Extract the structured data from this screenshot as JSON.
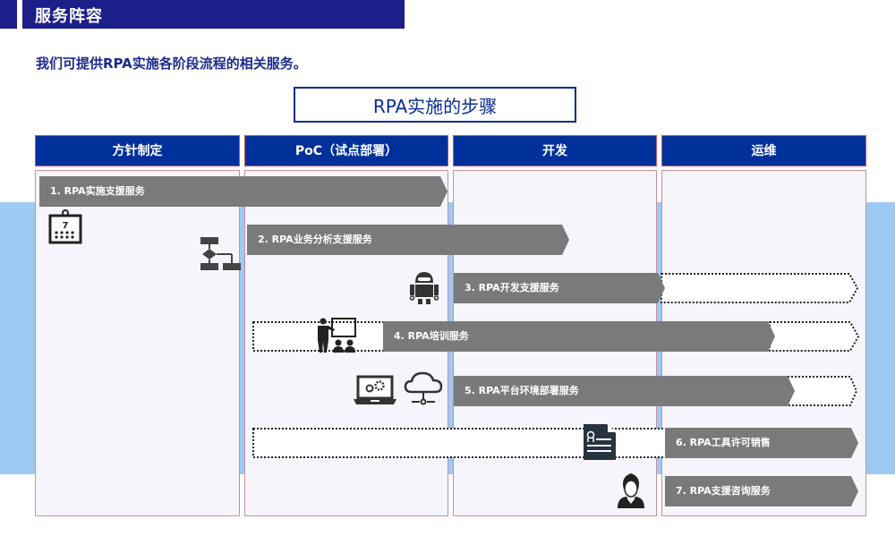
{
  "section": {
    "title": "服务阵容"
  },
  "intro": "我们可提供RPA实施各阶段流程的相关服务。",
  "diagram": {
    "title": "RPA实施的步骤",
    "phases": [
      "方针制定",
      "PoC（试点部署）",
      "开发",
      "运维"
    ],
    "services": [
      {
        "label": "1. RPA实施支援服务",
        "phases_solid": [
          "方针制定",
          "PoC（试点部署）"
        ],
        "phases_dotted": [],
        "icon": "calendar-icon"
      },
      {
        "label": "2. RPA业务分析支援服务",
        "phases_solid": [
          "PoC（试点部署）",
          "开发"
        ],
        "phases_dotted": [],
        "icon": "flowchart-icon"
      },
      {
        "label": "3. RPA开发支援服务",
        "phases_solid": [
          "开发"
        ],
        "phases_dotted": [
          "运维"
        ],
        "icon": "robot-icon"
      },
      {
        "label": "4. RPA培训服务",
        "phases_solid": [
          "开发",
          "运维"
        ],
        "phases_dotted": [
          "PoC（试点部署）"
        ],
        "icon": "presenter-icon"
      },
      {
        "label": "5. RPA平台环境部署服务",
        "phases_solid": [
          "开发",
          "运维"
        ],
        "phases_dotted": [
          "运维"
        ],
        "icon": "laptop-cloud-icon"
      },
      {
        "label": "6. RPA工具许可销售",
        "phases_solid": [
          "运维"
        ],
        "phases_dotted": [
          "PoC（试点部署）",
          "开发"
        ],
        "icon": "certificate-document-icon"
      },
      {
        "label": "7. RPA支援咨询服务",
        "phases_solid": [
          "运维"
        ],
        "phases_dotted": [],
        "icon": "support-agent-icon"
      }
    ]
  },
  "colors": {
    "header_navy": "#1c1f8a",
    "phase_blue": "#00309a",
    "arrow_gray": "#7a7a7a",
    "band_blue": "#9ccaf5"
  }
}
